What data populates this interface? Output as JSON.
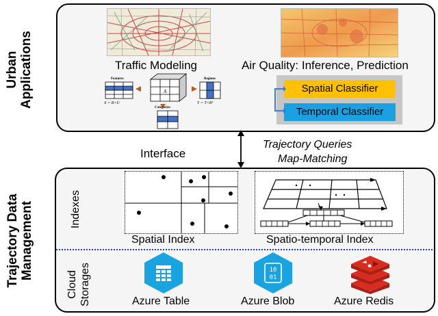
{
  "urban": {
    "side_label_1": "Urban",
    "side_label_2": "Applications",
    "traffic_caption": "Traffic Modeling",
    "air_caption": "Air Quality: Inference, Prediction",
    "spatial_classifier": "Spatial Classifier",
    "temporal_classifier": "Temporal Classifier",
    "matrix_features": "Features",
    "matrix_regions": "Regions",
    "matrix_categories": "Categories",
    "eq1": "X = R×U",
    "eq2": "Y = T×Rᵀ",
    "colors": {
      "spatial": "#ffc000",
      "temporal": "#1ba1e2",
      "classifier_bg": "#c6c6c6"
    }
  },
  "middle": {
    "interface_label": "Interface",
    "queries_label_1": "Trajectory Queries",
    "queries_label_2": "Map-Matching"
  },
  "tdm": {
    "side_label_1": "Trajectory Data",
    "side_label_2": "Management",
    "indexes_label": "Indexes",
    "spatial_index_caption": "Spatial Index",
    "st_index_caption": "Spatio-temporal Index",
    "cloud_label_1": "Cloud",
    "cloud_label_2": "Storages",
    "azure_table": "Azure Table",
    "azure_blob": "Azure Blob",
    "azure_redis": "Azure Redis",
    "blob_icon_text": "10\n01",
    "colors": {
      "azure": "#19a3e0",
      "redis": "#d22e23",
      "divider": "#1a3cc8"
    }
  }
}
